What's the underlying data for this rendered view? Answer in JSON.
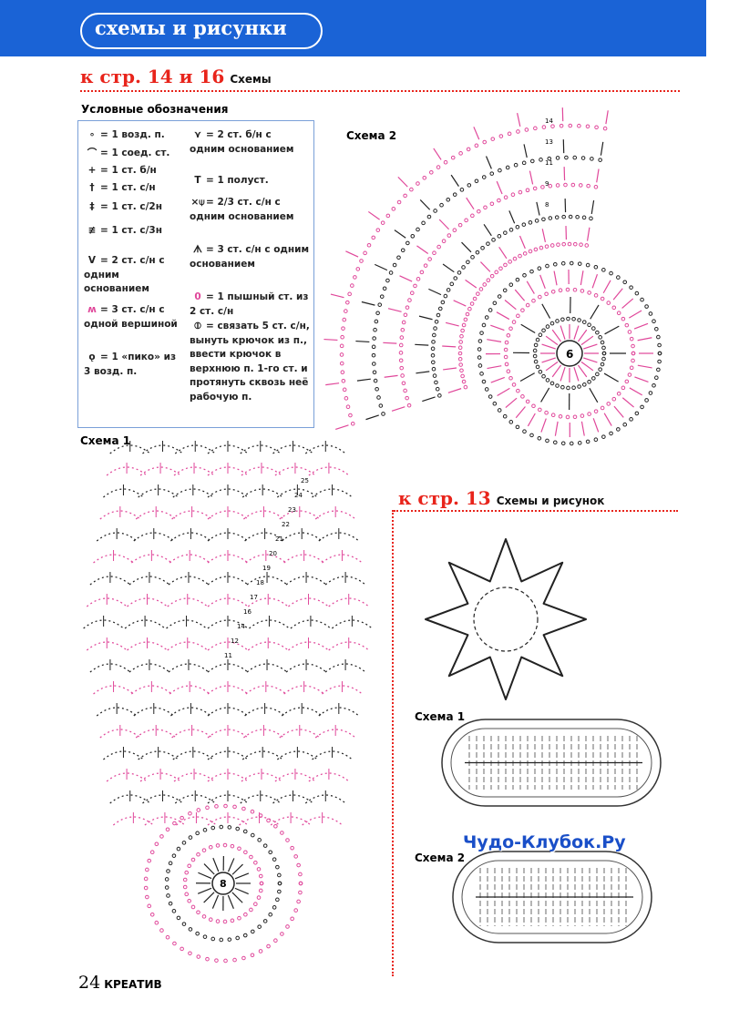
{
  "header": {
    "title": "схемы и рисунки"
  },
  "section1": {
    "ref": "к стр. 14 и 16",
    "label": "Схемы"
  },
  "legend": {
    "title": "Условные обозначения",
    "items": [
      {
        "symbol": "∘",
        "text": "= 1 возд. п."
      },
      {
        "symbol": "⌒",
        "text": "= 1 соед. ст."
      },
      {
        "symbol": "+",
        "text": "= 1 ст. б/н"
      },
      {
        "symbol": "†",
        "text": "= 1 ст. с/н"
      },
      {
        "symbol": "‡",
        "text": "= 1 ст. с/2н"
      },
      {
        "symbol": "≢",
        "text": "= 1 ст. с/3н"
      },
      {
        "symbol": "V",
        "text": "= 2 ст. с/н с одним основанием"
      },
      {
        "symbol": "ʍ",
        "text": "= 3 ст. с/н с одной вершиной"
      },
      {
        "symbol": "ǫ",
        "text": "= 1 «пико» из 3 возд. п."
      },
      {
        "symbol": "⋎",
        "text": "= 2 ст. б/н с одним основанием"
      },
      {
        "symbol": "T",
        "text": "= 1 полуст."
      },
      {
        "symbol": "⨯⍦",
        "text": "= 2/3 ст. с/н с одним основанием"
      },
      {
        "symbol": "ᗑ",
        "text": "= 3 ст. с/н с одним основанием"
      },
      {
        "symbol": "0",
        "text": "= 1 пышный ст. из 2 ст. с/н"
      },
      {
        "symbol": "⦶",
        "text": "= связать 5 ст. с/н, вынуть крючок из п., ввести крючок в верхнюю п. 1-го ст. и протянуть сквозь неё рабочую п."
      }
    ]
  },
  "scheme2_top": {
    "label": "Схема 2",
    "center": "6",
    "rows": [
      "14",
      "13",
      "11",
      "9",
      "8"
    ]
  },
  "scheme1_left": {
    "label": "Схема 1",
    "center": "8",
    "rows": [
      "25",
      "24",
      "23",
      "22",
      "21",
      "20",
      "19",
      "18",
      "17",
      "16",
      "14",
      "12",
      "11"
    ]
  },
  "section2": {
    "ref": "к стр. 13",
    "label": "Схемы и рисунок"
  },
  "slipper1": {
    "label": "Схема 1"
  },
  "slipper2": {
    "label": "Схема 2"
  },
  "watermark": "Чудо-Клубок.Ру",
  "footer": {
    "page": "24",
    "magazine": "КРЕАТИВ"
  },
  "colors": {
    "header": "#1a63d6",
    "accent": "#e8241b",
    "pink": "#e0479a"
  }
}
